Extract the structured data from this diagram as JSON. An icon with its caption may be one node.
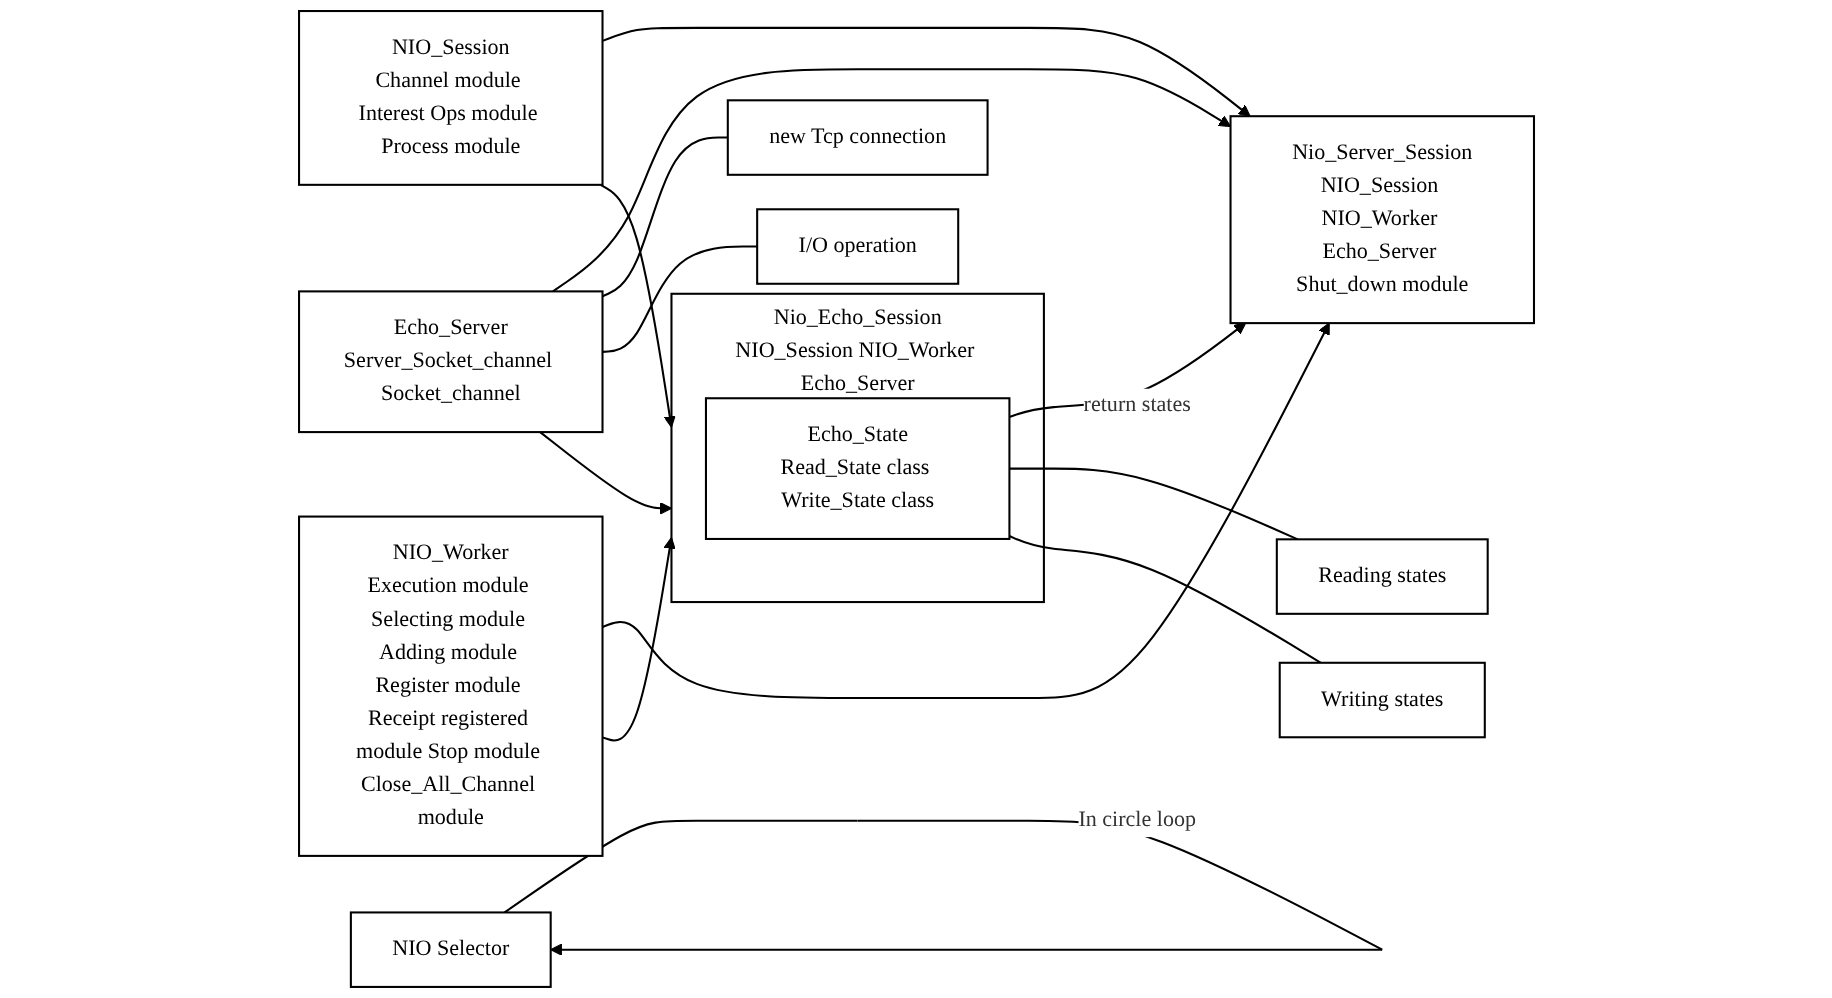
{
  "diagram": {
    "nodes": [
      {
        "text": [
          "NIO_Session",
          "Channel module Interest Ops module Process module"
        ]
      },
      {
        "text": [
          "Nio_Echo_Session",
          "NIO_Session NIO_Worker Echo_Server"
        ]
      },
      {
        "text": [
          "Echo_State",
          "Read_State class Write_State class"
        ],
        "in": 1
      },
      {
        "text": [
          "NIO Selector"
        ]
      },
      {
        "text": [
          "Reading states"
        ]
      },
      {
        "text": [
          "Writing states"
        ]
      },
      {
        "text": [
          "NIO_Worker",
          "Execution module Selecting module Adding module Register module Receipt registered module Stop module Close_All_Channel module"
        ]
      },
      {
        "text": [
          "Nio_Server_Session",
          "NIO_Session NIO_Worker Echo_Server Shut_down module"
        ]
      },
      {
        "text": [
          "Echo_Server",
          "Server_Socket_channel Socket_channel"
        ]
      },
      {
        "text": [
          "new Tcp connection"
        ]
      },
      {
        "text": [
          "I/O operation"
        ]
      }
    ],
    "edges": [
      {
        "from": 0,
        "to": 1,
        "arrow": "to"
      },
      {
        "from": 0,
        "to": 7,
        "arrow": "to"
      },
      {
        "from": 6,
        "to": 1,
        "arrow": "to"
      },
      {
        "from": 6,
        "to": 7,
        "arrow": "to"
      },
      {
        "from": 8,
        "to": 1,
        "arrow": "to"
      },
      {
        "from": 8,
        "to": 7,
        "arrow": "to"
      },
      {
        "from": 2,
        "to": 7,
        "arrow": "to",
        "label": "return states"
      },
      {
        "from": 2,
        "to": 4,
        "arrow": "none"
      },
      {
        "from": 2,
        "to": 5,
        "arrow": "none"
      },
      {
        "from": 8,
        "to": 9,
        "arrow": "none"
      },
      {
        "from": 8,
        "to": 10,
        "arrow": "none"
      },
      {
        "from": 3,
        "to": 3,
        "arrow": "to",
        "label": "In circle loop"
      }
    ]
  }
}
